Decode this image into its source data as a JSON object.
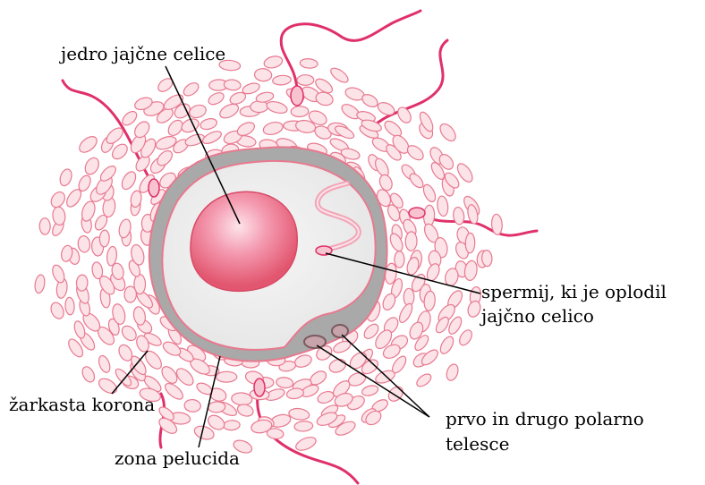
{
  "labels": {
    "nucleus": "jedro jajčne celice",
    "sperm_line1": "spermij, ki je oplodil",
    "sperm_line2": "jajčno celico",
    "corona": "žarkasta korona",
    "polar_line1": "prvo in drugo polarno",
    "polar_line2": "telesce",
    "zona": "zona pelucida"
  },
  "colors": {
    "corona_cell_fill": "#fbe3e8",
    "corona_cell_stroke": "#e8798f",
    "zona_fill": "#a9a9a9",
    "cytoplasm_fill": "#eeeeee",
    "nucleus_fill": "#ee6b86",
    "sperm_tail": "#e0306a"
  }
}
